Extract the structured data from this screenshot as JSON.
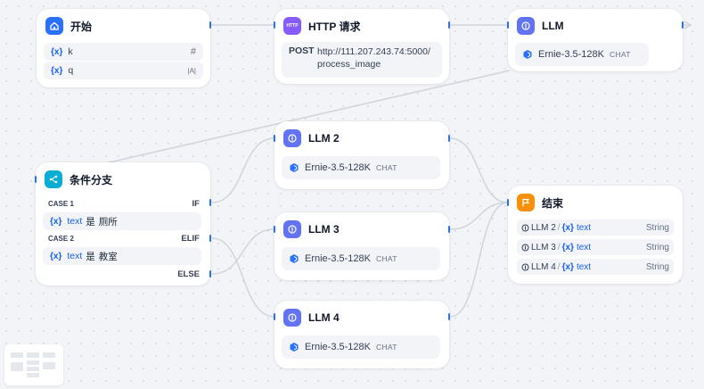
{
  "nodes": {
    "start": {
      "title": "开始",
      "variables": [
        {
          "name": "k",
          "type_mark": "#"
        },
        {
          "name": "q",
          "type_mark": "|A|"
        }
      ],
      "var_tag": "{x}"
    },
    "http": {
      "title": "HTTP 请求",
      "method": "POST",
      "url_line1": "http://111.207.243.74:5000/",
      "url_line2": "process_image",
      "icon_label": "HTTP"
    },
    "llm": {
      "title": "LLM",
      "model": "Ernie-3.5-128K",
      "badge": "CHAT"
    },
    "branch": {
      "title": "条件分支",
      "cases": [
        {
          "label": "CASE 1",
          "keyword": "IF",
          "var": "text",
          "op": "是",
          "value": "厕所"
        },
        {
          "label": "CASE 2",
          "keyword": "ELIF",
          "var": "text",
          "op": "是",
          "value": "教室"
        }
      ],
      "else_label": "ELSE",
      "var_tag": "{x}"
    },
    "llm2": {
      "title": "LLM 2",
      "model": "Ernie-3.5-128K",
      "badge": "CHAT"
    },
    "llm3": {
      "title": "LLM 3",
      "model": "Ernie-3.5-128K",
      "badge": "CHAT"
    },
    "llm4": {
      "title": "LLM 4",
      "model": "Ernie-3.5-128K",
      "badge": "CHAT"
    },
    "end": {
      "title": "结束",
      "outputs": [
        {
          "source": "LLM 2",
          "var": "text",
          "type": "String"
        },
        {
          "source": "LLM 3",
          "var": "text",
          "type": "String"
        },
        {
          "source": "LLM 4",
          "var": "text",
          "type": "String"
        }
      ],
      "var_tag": "{x}"
    }
  },
  "colors": {
    "start_icon": "#2970ff",
    "http_icon": "#875bf7",
    "llm_icon": "#6172f3",
    "branch_icon": "#06aed4",
    "end_icon": "#f79009",
    "edge": "#d0d5dd",
    "handle": "#2970ff"
  },
  "icons": {
    "start": "home-icon",
    "http": "http-icon",
    "llm": "brain-icon",
    "branch": "branch-icon",
    "end": "flag-icon",
    "model": "ernie-logo-icon"
  }
}
